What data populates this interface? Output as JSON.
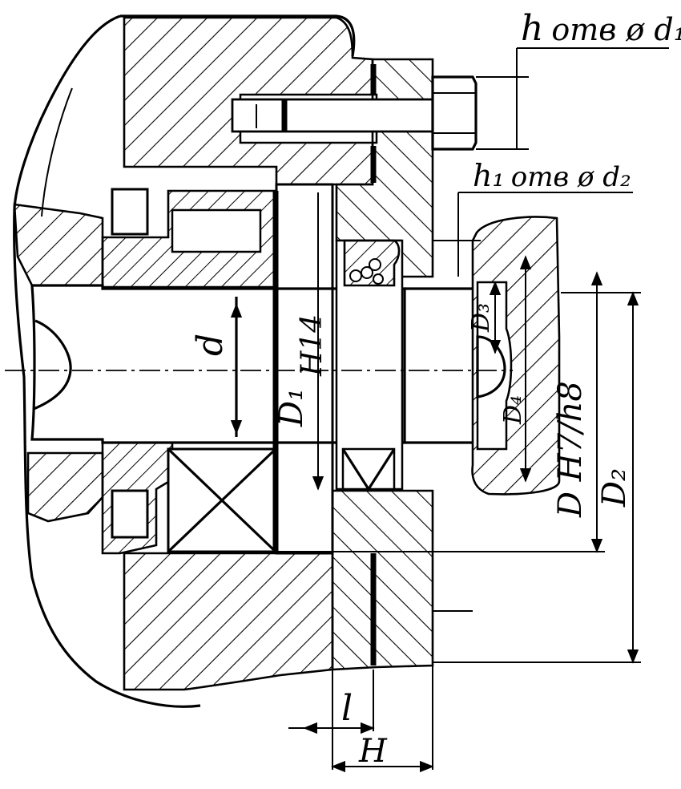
{
  "labels": {
    "h_top_prefix": "h",
    "h_top_suffix": "отв ø d₁",
    "h1_prefix": "h₁",
    "h1_suffix": "отв ø d₂",
    "d": "d",
    "H14": "H14",
    "D1": "D₁",
    "D3": "D₃",
    "D4": "D₄",
    "D_fit": "D H7/h8",
    "D2": "D₂",
    "l": "l",
    "H": "H"
  },
  "colors": {
    "ink": "#000000",
    "paper": "#ffffff"
  }
}
